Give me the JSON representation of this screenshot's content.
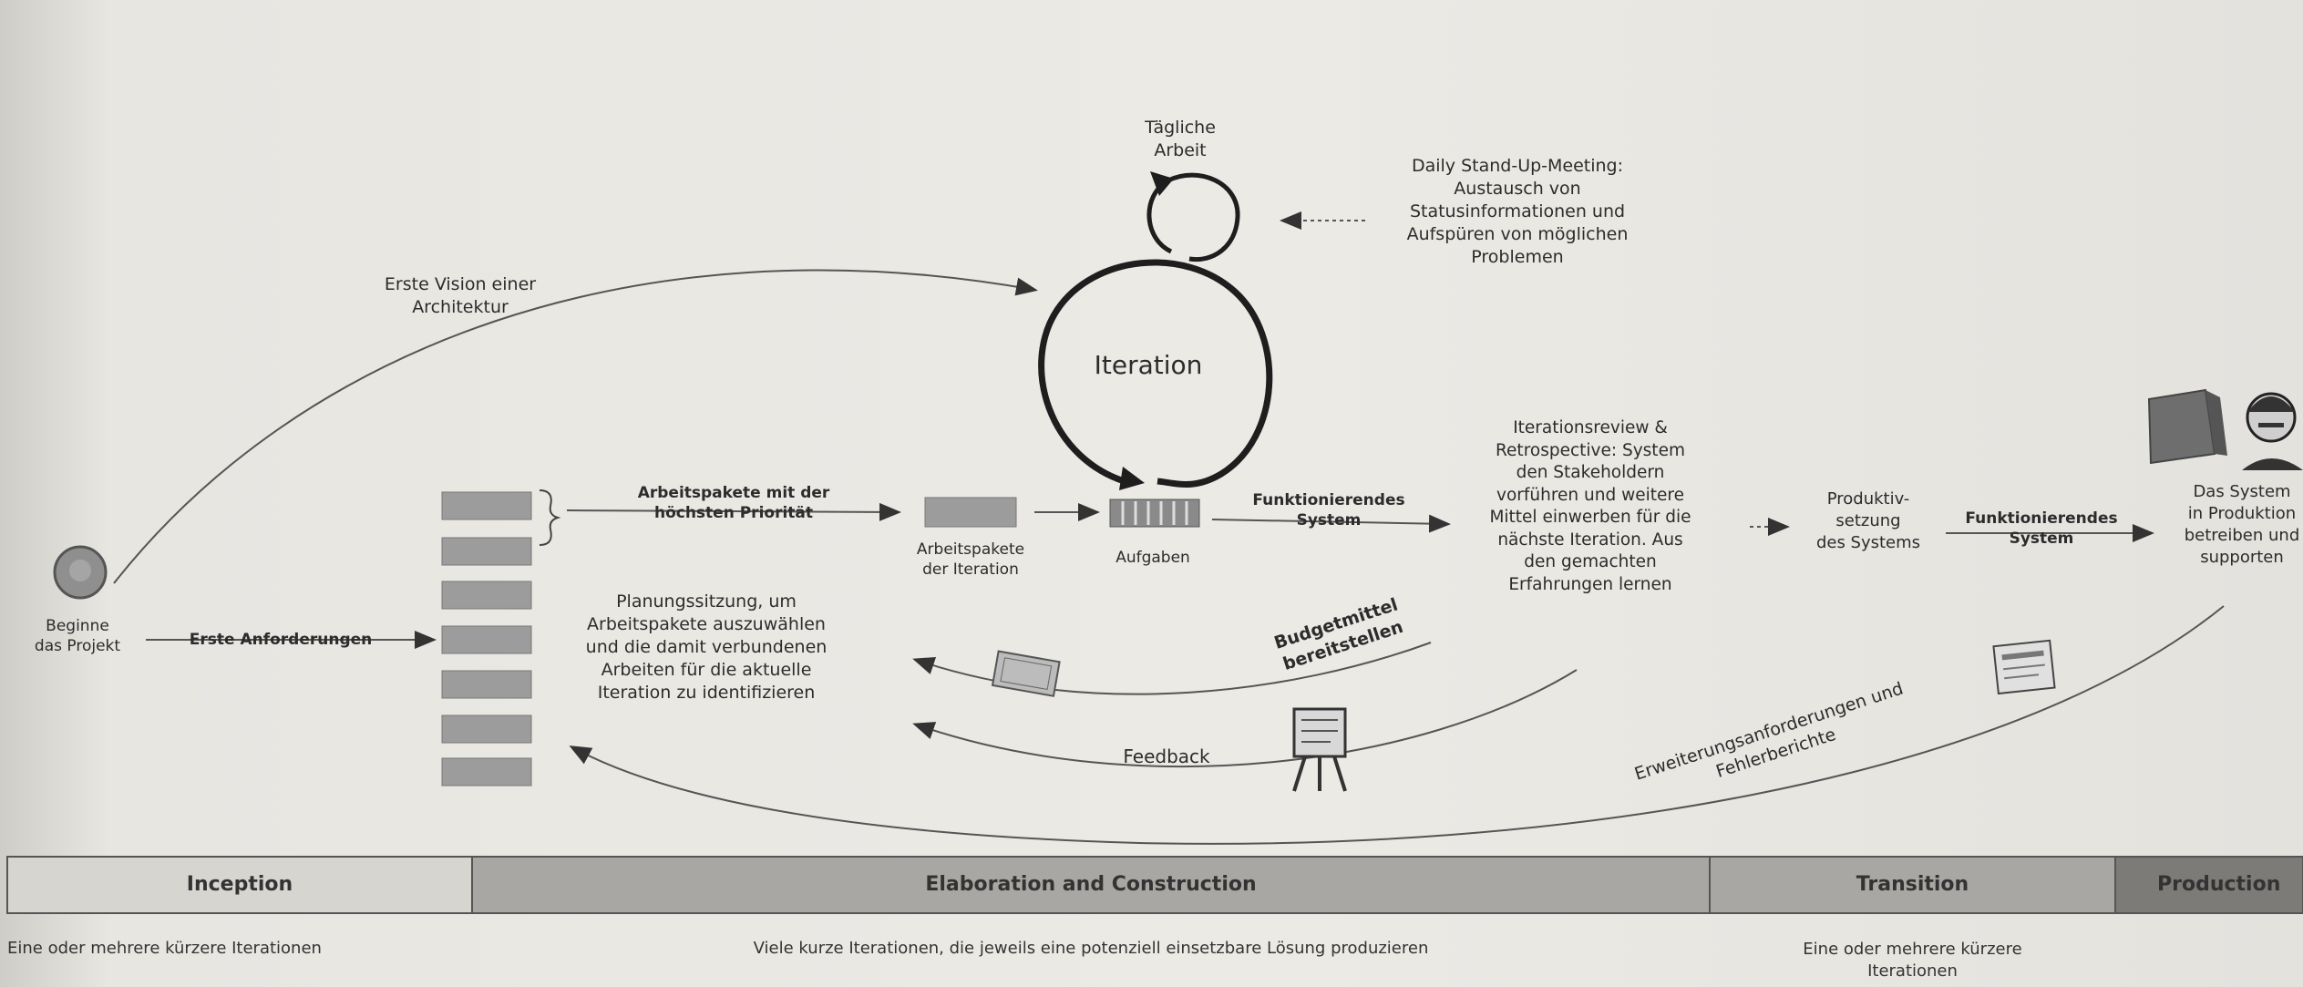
{
  "labels": {
    "daily_work": "Tägliche\nArbeit",
    "daily_standup": "Daily Stand-Up-Meeting:\nAustausch von\nStatusinformationen und\nAufspüren von möglichen\nProblemen",
    "vision": "Erste Vision einer\nArchitektur",
    "iteration": "Iteration",
    "review_retro": "Iterationsreview &\nRetrospective: System\nden Stakeholdern\nvorführen und weitere\nMittel einwerben für die\nnächste Iteration. Aus\nden gemachten\nErfahrungen lernen",
    "priority": "Arbeitspakete mit der\nhöchsten Priorität",
    "working_system": "Funktionierendes\nSystem",
    "iteration_backlog": "Arbeitspakete\nder Iteration",
    "tasks": "Aufgaben",
    "deployment": "Produktiv-\nsetzung\ndes Systems",
    "working_system_2": "Funktionierendes\nSystem",
    "production": "Das System\nin Produktion\nbetreiben und\nsupporten",
    "project_start": "Beginne\ndas Projekt",
    "initial_requirements": "Erste Anforderungen",
    "planning": "Planungssitzung, um\nArbeitspakete auszuwählen\nund die damit verbundenen\nArbeiten für die aktuelle\nIteration zu identifizieren",
    "budget": "Budgetmittel\nbereitstellen",
    "feedback": "Feedback",
    "enhancements": "Erweiterungsanforderungen und\nFehlerberichte"
  },
  "phases": [
    {
      "name": "Inception",
      "description": "Eine oder mehrere kürzere Iterationen"
    },
    {
      "name": "Elaboration and Construction",
      "description": "Viele kurze Iterationen, die jeweils eine potenziell einsetzbare Lösung produzieren"
    },
    {
      "name": "Transition",
      "description": "Eine oder mehrere kürzere\nIterationen"
    },
    {
      "name": "Production",
      "description": ""
    }
  ],
  "colors": {
    "background": "#e6e4df",
    "phase_inception": "#d7d5d0",
    "phase_middle": "#a9a7a3",
    "phase_production": "#7d7b78",
    "backlog_item": "#9c9c9c"
  }
}
